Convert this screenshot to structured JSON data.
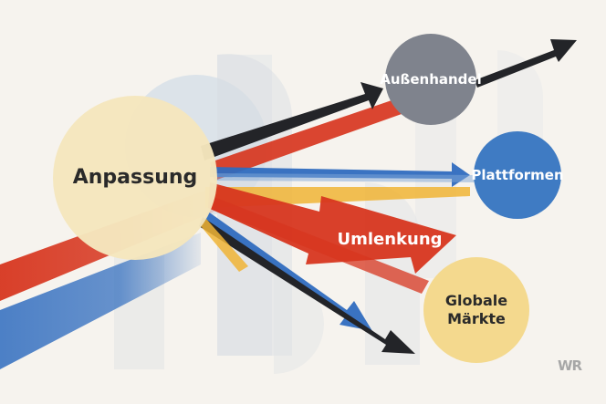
{
  "nodes": {
    "anpassung": {
      "label": "Anpassung"
    },
    "aussenhandel": {
      "label": "Außenhandel"
    },
    "plattformen": {
      "label": "Plattformen"
    },
    "umlenkung": {
      "label": "Umlenkung"
    },
    "globale_maerkte": {
      "label": "Globale\nMärkte"
    }
  },
  "watermark": {
    "text": "WR"
  },
  "colors": {
    "background": "#f6f3ee",
    "anpassung_fill": "#f5e6bd",
    "aussenhandel_fill": "#7f838d",
    "plattformen_fill": "#3f7bc3",
    "globale_fill": "#f4d98e",
    "red": "#d7361f",
    "dark": "#232428",
    "blue": "#2f6cbf",
    "yellow": "#f0b435"
  }
}
